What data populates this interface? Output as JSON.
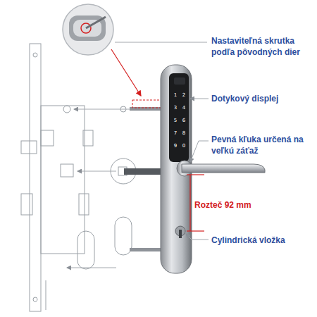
{
  "diagram": {
    "labels": [
      "Nastaviteľná skrutka podľa pôvodných dier",
      "Dotykový displej",
      "Pevná kľuka určená na veľkú záťaž",
      "Rozteč 92 mm",
      "Cylindrická vložka",
      "1",
      "2",
      "3",
      "4",
      "5",
      "6",
      "7",
      "8",
      "9",
      "0"
    ]
  }
}
